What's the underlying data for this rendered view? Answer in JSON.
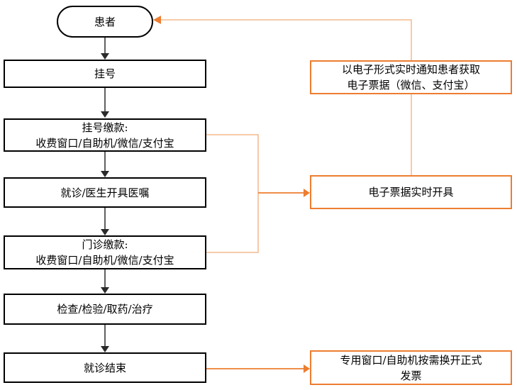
{
  "colors": {
    "box-border-black": "#000000",
    "box-border-orange": "#ED7D31",
    "connector-black": "#2B2B2B",
    "connector-orange": "#ED7D31",
    "connector-orange-light": "#F5C49E",
    "text": "#000000",
    "background": "#FFFFFF"
  },
  "nodes": {
    "patient": {
      "shape": "stadium",
      "lines": [
        "患者"
      ]
    },
    "register": {
      "shape": "rect",
      "lines": [
        "挂号"
      ]
    },
    "register-pay": {
      "shape": "rect",
      "lines": [
        "挂号缴款:",
        "收费窗口/自助机/微信/支付宝"
      ]
    },
    "doctor-visit": {
      "shape": "rect",
      "lines": [
        "就诊/医生开具医嘱"
      ]
    },
    "outpatient-pay": {
      "shape": "rect",
      "lines": [
        "门诊缴款:",
        "收费窗口/自助机/微信/支付宝"
      ]
    },
    "treatment": {
      "shape": "rect",
      "lines": [
        "检查/检验/取药/治疗"
      ]
    },
    "visit-end": {
      "shape": "rect",
      "lines": [
        "就诊结束"
      ]
    },
    "notify-patient": {
      "shape": "rect-orange",
      "lines": [
        "以电子形式实时通知患者获取",
        "电子票据（微信、支付宝）"
      ]
    },
    "einvoice-realtime": {
      "shape": "rect-orange",
      "lines": [
        "电子票据实时开具"
      ]
    },
    "formal-invoice": {
      "shape": "rect-orange",
      "lines": [
        "专用窗口/自助机按需换开正式",
        "发票"
      ]
    }
  },
  "edges": [
    {
      "from": "patient",
      "to": "register",
      "style": "black-arrow"
    },
    {
      "from": "register",
      "to": "register-pay",
      "style": "black-arrow"
    },
    {
      "from": "register-pay",
      "to": "doctor-visit",
      "style": "black-arrow"
    },
    {
      "from": "doctor-visit",
      "to": "outpatient-pay",
      "style": "black-arrow"
    },
    {
      "from": "outpatient-pay",
      "to": "treatment",
      "style": "black-arrow"
    },
    {
      "from": "treatment",
      "to": "visit-end",
      "style": "black-arrow"
    },
    {
      "from": "register-pay",
      "to": "einvoice-realtime",
      "style": "orange-arrow"
    },
    {
      "from": "outpatient-pay",
      "to": "einvoice-realtime",
      "style": "orange-arrow"
    },
    {
      "from": "einvoice-realtime",
      "to": "patient",
      "style": "orange-arrow",
      "through": "notify-patient"
    },
    {
      "from": "visit-end",
      "to": "formal-invoice",
      "style": "orange-arrow"
    }
  ]
}
